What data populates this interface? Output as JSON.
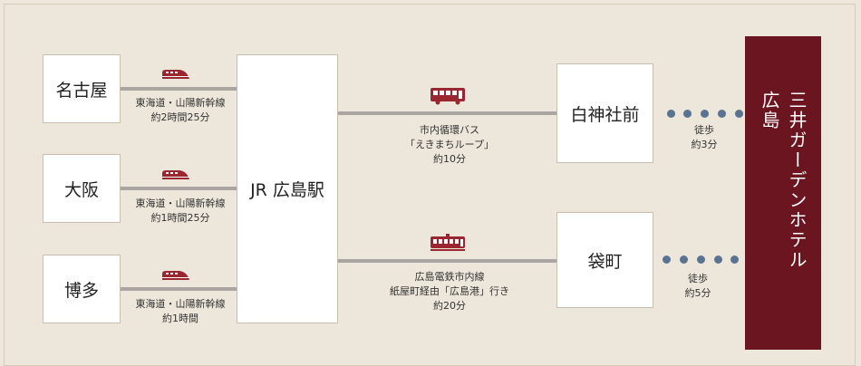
{
  "origins": [
    {
      "name": "名古屋",
      "line1": "東海道・山陽新幹線",
      "line2": "約2時間25分"
    },
    {
      "name": "大阪",
      "line1": "東海道・山陽新幹線",
      "line2": "約1時間25分"
    },
    {
      "name": "博多",
      "line1": "東海道・山陽新幹線",
      "line2": "約1時間"
    }
  ],
  "hub": {
    "name": "JR 広島駅"
  },
  "routes": [
    {
      "line1": "市内循環バス",
      "line2": "「えきまちループ」",
      "line3": "約10分",
      "stop": "白神社前",
      "walk1": "徒歩",
      "walk2": "約3分"
    },
    {
      "line1": "広島電鉄市内線",
      "line2": "紙屋町経由「広島港」行き",
      "line3": "約20分",
      "stop": "袋町",
      "walk1": "徒歩",
      "walk2": "約5分"
    }
  ],
  "hotel": {
    "name_line1": "三井ガーデンホテル",
    "name_line2": "広島"
  },
  "colors": {
    "hotel_bg": "#6b1520",
    "icon": "#9a2630",
    "dots": "#5a7390",
    "line": "#a9a5a1"
  },
  "icons": {
    "shinkansen": "bullet-train-icon",
    "bus": "bus-icon",
    "tram": "tram-icon"
  }
}
